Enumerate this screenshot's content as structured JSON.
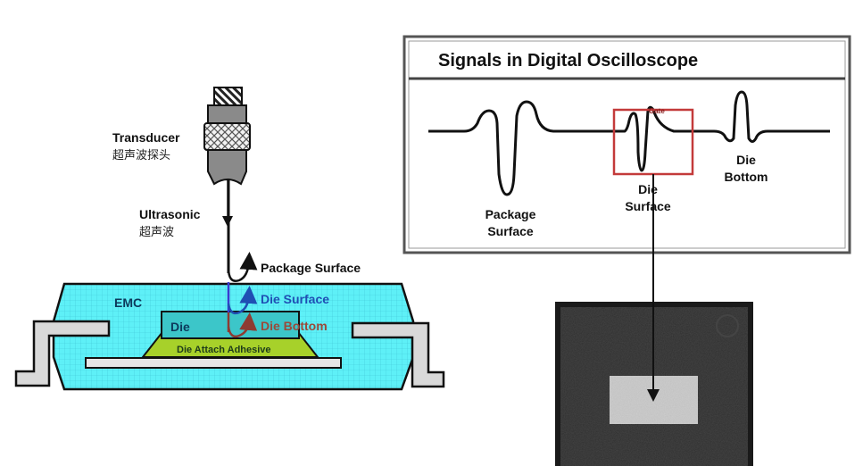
{
  "transducer": {
    "label_en": "Transducer",
    "label_zh": "超声波探头"
  },
  "ultrasonic": {
    "label_en": "Ultrasonic",
    "label_zh": "超声波"
  },
  "package": {
    "emc_label": "EMC",
    "die_label": "Die",
    "adhesive_label": "Die Attach Adhesive",
    "echo_labels": {
      "package_surface": "Package Surface",
      "die_surface": "Die Surface",
      "die_bottom": "Die Bottom"
    }
  },
  "oscilloscope": {
    "title": "Signals in Digital Oscilloscope",
    "gate_label": "Gate",
    "signal_labels": {
      "package_surface_line1": "Package",
      "package_surface_line2": "Surface",
      "die_surface_line1": "Die",
      "die_surface_line2": "Surface",
      "die_bottom_line1": "Die",
      "die_bottom_line2": "Bottom"
    }
  },
  "colors": {
    "emc_fill": "#5ef0f7",
    "die_fill": "#3cc6c9",
    "adhesive_fill": "#a7d12a",
    "lead_fill": "#d9d9d9",
    "die_surface_text": "#1f4fb4",
    "die_bottom_text": "#9a4a3a",
    "gate_box": "#c33a3a",
    "scan_dark": "#2a2a2a",
    "scan_bright": "#cfcfcf"
  }
}
